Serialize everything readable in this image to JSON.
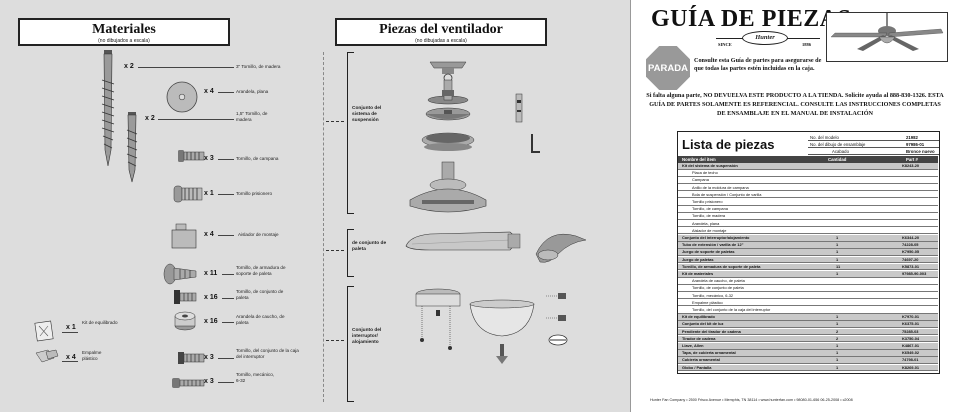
{
  "materials": {
    "title": "Materiales",
    "subtitle": "(no dibujados a escala)",
    "items": [
      {
        "qty": "x 2",
        "label": "3\" Tornillo, de madera"
      },
      {
        "qty": "x 4",
        "label": "Arandela, plana"
      },
      {
        "qty": "x 2",
        "label": "1,5\" Tornillo, de madera"
      },
      {
        "qty": "x 3",
        "label": "Tornillo, de campana"
      },
      {
        "qty": "x 1",
        "label": "Tornillo prisionero"
      },
      {
        "qty": "x 4",
        "label": "Aislador de montaje"
      },
      {
        "qty": "x 11",
        "label": "Tornillo, de armadura de soporte de paleta"
      },
      {
        "qty": "x 16",
        "label": "Tornillo, de conjunto de paleta"
      },
      {
        "qty": "x 16",
        "label": "Arandela de caucho, de paleta"
      },
      {
        "qty": "x 3",
        "label": "Tornillo, del conjunto de la caja del interruptor"
      },
      {
        "qty": "x 3",
        "label": "Tornillo, mecánico, 6-32"
      },
      {
        "qty": "x 1",
        "label": "Kit de equilibrado"
      },
      {
        "qty": "x 4",
        "label": "Empalme plástico"
      }
    ]
  },
  "fan_parts": {
    "title": "Piezas del ventilador",
    "subtitle": "(no dibujadas a escala)",
    "groups": [
      "Conjunto del sistema de suspensión",
      "de conjunto de paleta",
      "Conjunto del interruptor/ alojamiento"
    ]
  },
  "guide": {
    "title": "GUÍA DE PIEZAS",
    "stop": "PARADA",
    "logo": "Hunter",
    "since": "SINCE",
    "year": "1886",
    "consult": "Consulte esta Guía de partes para asegurarse de que todas las partes estén incluidas en la caja.",
    "warning": "Si falta alguna parte, NO DEVUELVA ESTE PRODUCTO A LA TIENDA. Solicite ayuda al 888-830-1326. ESTA GUÍA DE PARTES SOLAMENTE ES REFERENCIAL. CONSULTE LAS INSTRUCCIONES COMPLETAS DE ENSAMBLAJE EN EL MANUAL DE INSTALACIÓN"
  },
  "parts_list": {
    "title": "Lista de piezas",
    "header_rows": [
      {
        "label": "No. del modelo",
        "value": "21982"
      },
      {
        "label": "No. del dibujo de ensamblaje",
        "value": "97986-01"
      },
      {
        "label": "Acabado",
        "value": "Bronce nuevo"
      }
    ],
    "columns": {
      "name": "Nombre del ítem",
      "qty": "Cantidad",
      "part": "Part #"
    },
    "rows": [
      {
        "name": "Kit del sistema de suspensión",
        "qty": "",
        "part": "K8243-20",
        "dark": true
      },
      {
        "name": "Placa de techo",
        "qty": "",
        "part": "",
        "dark": false
      },
      {
        "name": "Campana",
        "qty": "",
        "part": "",
        "dark": false
      },
      {
        "name": "Anillo de la moldura de campana",
        "qty": "",
        "part": "",
        "dark": false
      },
      {
        "name": "Bola de suspensión / Conjunto de varilla",
        "qty": "",
        "part": "",
        "dark": false
      },
      {
        "name": "Tornillo prisionero",
        "qty": "",
        "part": "",
        "dark": false
      },
      {
        "name": "Tornillo, de campana",
        "qty": "",
        "part": "",
        "dark": false
      },
      {
        "name": "Tornillo, de madera",
        "qty": "",
        "part": "",
        "dark": false
      },
      {
        "name": "Arandela, plana",
        "qty": "",
        "part": "",
        "dark": false
      },
      {
        "name": "Aislador de montaje",
        "qty": "",
        "part": "",
        "dark": false
      },
      {
        "name": "Conjunto del interruptor/alojamiento",
        "qty": "1",
        "part": "K6344-20",
        "dark": true
      },
      {
        "name": "Tubo de extensión / varilla de 12\"",
        "qty": "1",
        "part": "74228-05",
        "dark": true
      },
      {
        "name": "Juego de soporte de paletas",
        "qty": "1",
        "part": "K7950-05",
        "dark": true
      },
      {
        "name": "Juego de paletas",
        "qty": "1",
        "part": "74697-20",
        "dark": true
      },
      {
        "name": "Tornillo, de armadura de soporte de paleta",
        "qty": "11",
        "part": "K5873-01",
        "dark": true
      },
      {
        "name": "Kit de materiales",
        "qty": "1",
        "part": "97985-90-003",
        "dark": true
      },
      {
        "name": "Arandela de caucho, de paleta",
        "qty": "",
        "part": "",
        "dark": false
      },
      {
        "name": "Tornillo, de conjunto de paleta",
        "qty": "",
        "part": "",
        "dark": false
      },
      {
        "name": "Tornillo, mecánico, 6-32",
        "qty": "",
        "part": "",
        "dark": false
      },
      {
        "name": "Empalme plástico",
        "qty": "",
        "part": "",
        "dark": false
      },
      {
        "name": "Tornillo, del conjunto de la caja del interruptor",
        "qty": "",
        "part": "",
        "dark": false
      },
      {
        "name": "Kit de equilibrado",
        "qty": "1",
        "part": "K7970-01",
        "dark": true
      },
      {
        "name": "Conjunto del kit de luz",
        "qty": "1",
        "part": "K6375-01",
        "dark": true
      },
      {
        "name": "Pendiente del tirador de cadena",
        "qty": "2",
        "part": "75285-03",
        "dark": true
      },
      {
        "name": "Tirador de cadena",
        "qty": "2",
        "part": "K3750-04",
        "dark": true
      },
      {
        "name": "Llave, Allen",
        "qty": "1",
        "part": "K4867-01",
        "dark": true
      },
      {
        "name": "Tapa, de cubierta ornamental",
        "qty": "1",
        "part": "K6549-02",
        "dark": true
      },
      {
        "name": "Cubierta ornamental",
        "qty": "1",
        "part": "74798-01",
        "dark": true
      },
      {
        "name": "Globo / Pantalla",
        "qty": "1",
        "part": "K8269-01",
        "dark": true
      }
    ]
  },
  "footer": "Hunter Fan Company  •  2500 Frisco Avenue  •  Memphis, TN 38114  •  www.hunterfan.com  •  98080-01-656  06-25-2008  •  c2008"
}
